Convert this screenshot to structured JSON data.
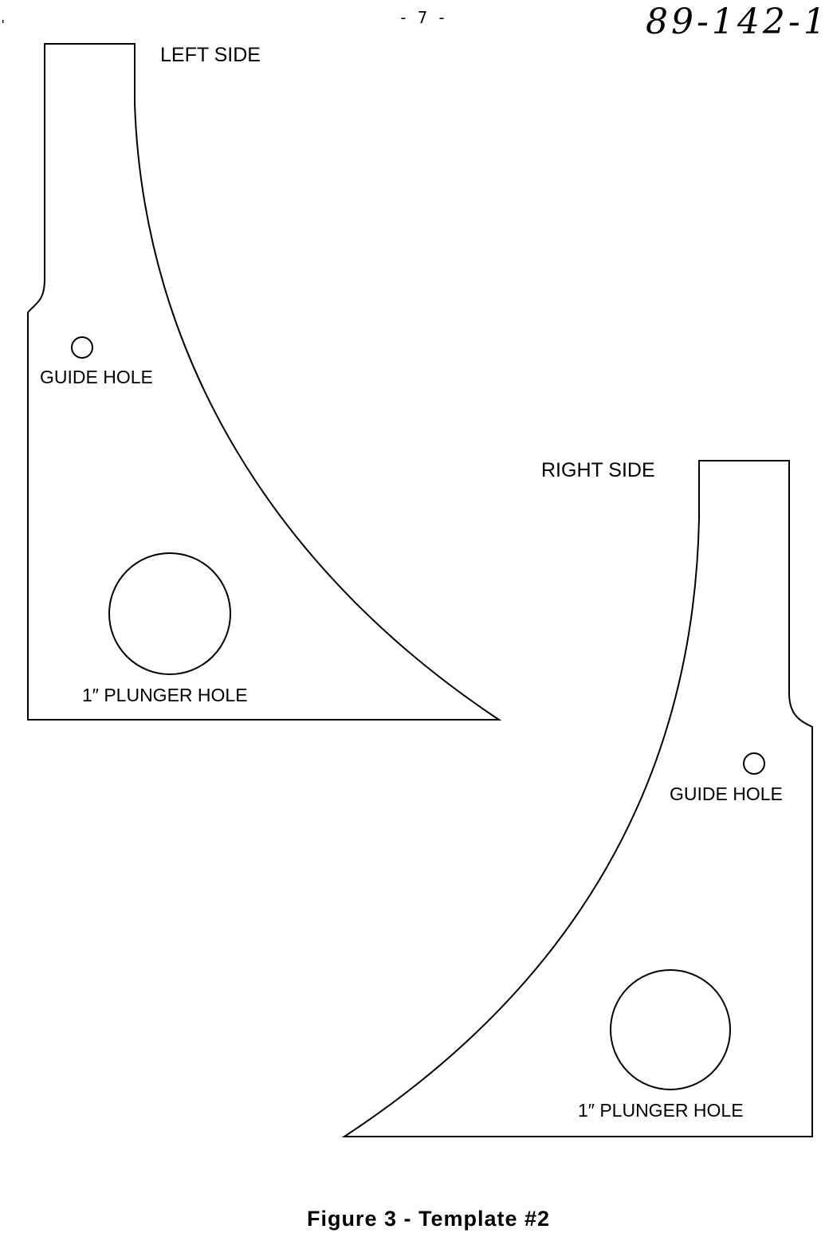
{
  "header": {
    "page_number": "- 7 -",
    "doc_number": "89-142-1",
    "corner_mark": "'"
  },
  "left_template": {
    "title": "LEFT SIDE",
    "guide_hole_label": "GUIDE HOLE",
    "plunger_hole_label": "1″ PLUNGER HOLE"
  },
  "right_template": {
    "title": "RIGHT SIDE",
    "guide_hole_label": "GUIDE HOLE",
    "plunger_hole_label": "1″ PLUNGER HOLE"
  },
  "caption": {
    "text": "Figure 3 - Template #2"
  },
  "colors": {
    "ink": "#000000",
    "paper": "#ffffff"
  }
}
